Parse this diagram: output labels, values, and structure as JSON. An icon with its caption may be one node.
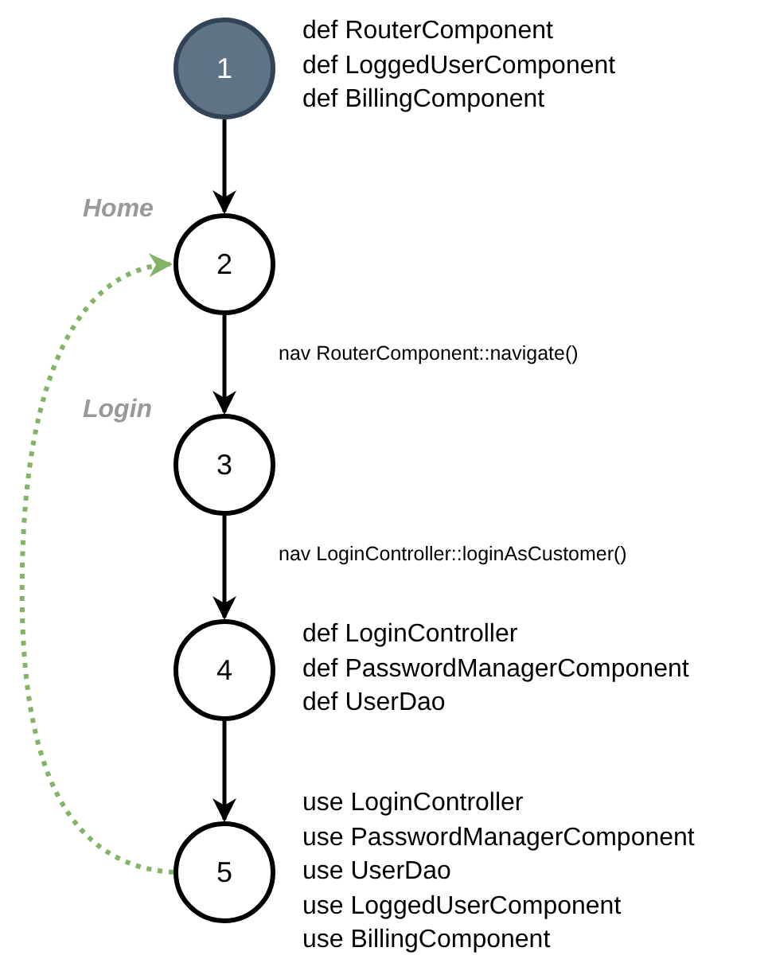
{
  "diagram": {
    "nodes": [
      {
        "text": [
          "1"
        ],
        "beside": [
          "def RouterComponent",
          "def LoggedUserComponent",
          "def BillingComponent"
        ]
      },
      {
        "text": [
          "2"
        ],
        "beside": [
          "Home"
        ]
      },
      {
        "text": [
          "3"
        ],
        "beside": [
          "Login"
        ]
      },
      {
        "text": [
          "4"
        ],
        "beside": [
          "def LoginController",
          "def PasswordManagerComponent",
          "def UserDao"
        ]
      },
      {
        "text": [
          "5"
        ],
        "beside": [
          "use LoginController",
          "use PasswordManagerComponent",
          "use UserDao",
          "use LoggedUserComponent",
          "use BillingComponent"
        ]
      }
    ],
    "edges": [
      {
        "from": 0,
        "to": 1,
        "arrow": "to"
      },
      {
        "from": 1,
        "to": 2,
        "arrow": "to",
        "label": "nav RouterComponent::navigate()"
      },
      {
        "from": 2,
        "to": 3,
        "arrow": "to",
        "label": "nav LoginController::loginAsCustomer()"
      },
      {
        "from": 3,
        "to": 4,
        "arrow": "to"
      },
      {
        "from": 4,
        "to": 1,
        "arrow": "to",
        "style": "dashed",
        "color": "#82b366"
      }
    ]
  }
}
